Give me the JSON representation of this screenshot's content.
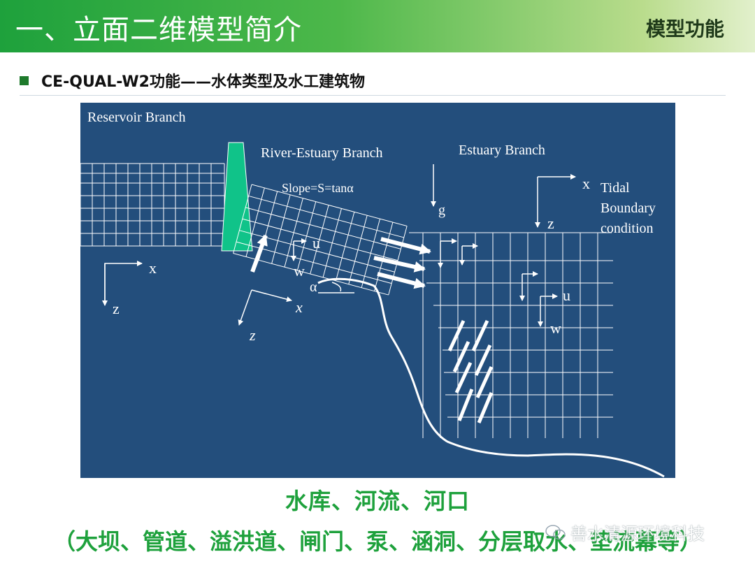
{
  "header": {
    "title": "一、立面二维模型简介",
    "section": "模型功能"
  },
  "subtitle": "CE-QUAL-W2功能——水体类型及水工建筑物",
  "figure": {
    "labels": {
      "reservoir": "Reservoir Branch",
      "river_estuary": "River-Estuary Branch",
      "estuary": "Estuary Branch",
      "slope": "Slope=S=tanα",
      "g": "g",
      "x1": "x",
      "z1": "z",
      "u1": "u",
      "w1": "w",
      "alpha": "α",
      "x2": "x",
      "z2": "z",
      "x3": "x",
      "z3": "z",
      "tidal1": "Tidal",
      "tidal2": "Boundary",
      "tidal3": "condition",
      "u2": "u",
      "w2": "w"
    },
    "colors": {
      "background": "#234e7c",
      "dam": "#10c389",
      "lines": "#ffffff"
    }
  },
  "caption1": "水库、河流、河口",
  "caption2": "（大坝、管道、溢洪道、闸门、泵、涵洞、分层取水、垫流幕等）",
  "watermark": "善水清源环境科技"
}
